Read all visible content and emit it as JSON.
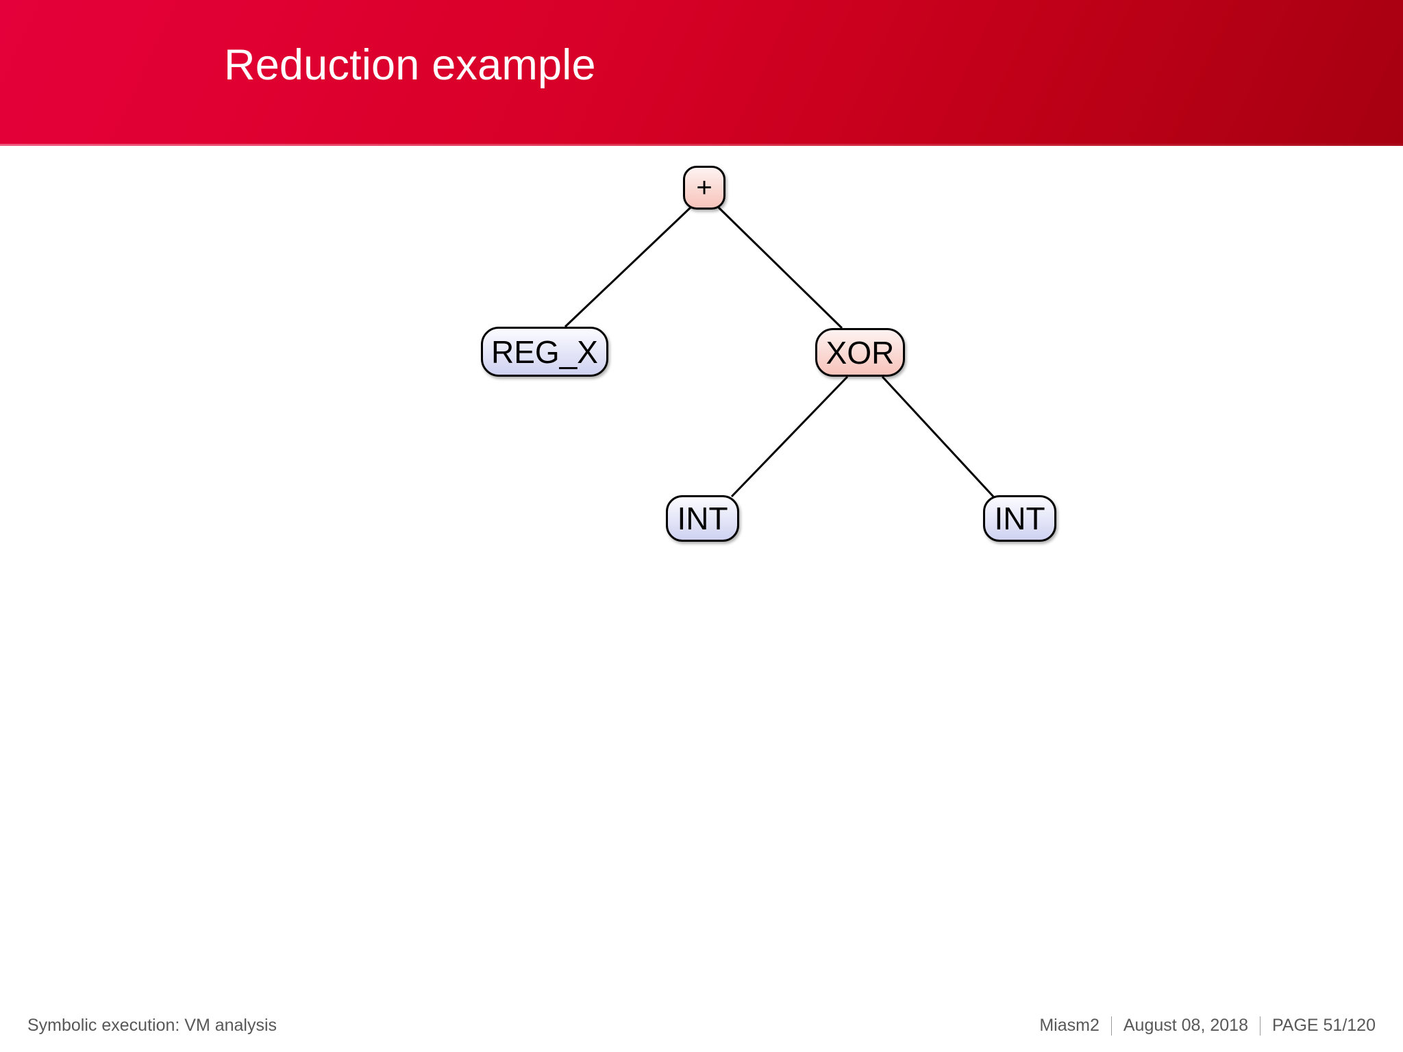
{
  "slide": {
    "title": "Reduction example",
    "header_color_left": "#e4003a",
    "header_color_right": "#a60010",
    "background_color": "#ffffff"
  },
  "diagram": {
    "type": "expression-tree",
    "nodes": [
      {
        "id": "plus",
        "label": "+",
        "kind": "operator",
        "fill": "#f9cfc8"
      },
      {
        "id": "regx",
        "label": "REG_X",
        "kind": "leaf",
        "fill": "#d9dbf4"
      },
      {
        "id": "xor",
        "label": "XOR",
        "kind": "operator",
        "fill": "#f9cfc8"
      },
      {
        "id": "int_left",
        "label": "INT",
        "kind": "leaf",
        "fill": "#d9dbf4"
      },
      {
        "id": "int_right",
        "label": "INT",
        "kind": "leaf",
        "fill": "#d9dbf4"
      }
    ],
    "edges": [
      {
        "from": "plus",
        "to": "regx"
      },
      {
        "from": "plus",
        "to": "xor"
      },
      {
        "from": "xor",
        "to": "int_left"
      },
      {
        "from": "xor",
        "to": "int_right"
      }
    ]
  },
  "footer": {
    "left": "Symbolic execution: VM analysis",
    "project": "Miasm2",
    "date": "August 08, 2018",
    "page": "PAGE 51/120",
    "text_color": "#585858"
  }
}
